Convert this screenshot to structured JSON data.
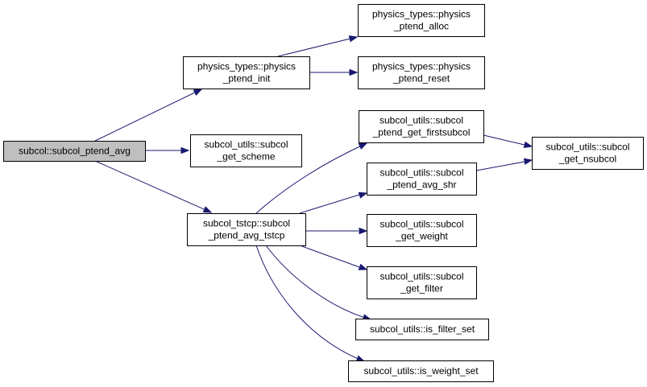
{
  "graph": {
    "edge_color": "#191970",
    "root_fill": "#bfbfbf",
    "node_fill": "#ffffff",
    "nodes": [
      {
        "id": "root",
        "lines": [
          "subcol::subcol_ptend_avg"
        ]
      },
      {
        "id": "pt_init",
        "lines": [
          "physics_types::physics",
          "_ptend_init"
        ]
      },
      {
        "id": "pt_alloc",
        "lines": [
          "physics_types::physics",
          "_ptend_alloc"
        ]
      },
      {
        "id": "pt_reset",
        "lines": [
          "physics_types::physics",
          "_ptend_reset"
        ]
      },
      {
        "id": "get_scheme",
        "lines": [
          "subcol_utils::subcol",
          "_get_scheme"
        ]
      },
      {
        "id": "tstcp",
        "lines": [
          "subcol_tstcp::subcol",
          "_ptend_avg_tstcp"
        ]
      },
      {
        "id": "firstsubcol",
        "lines": [
          "subcol_utils::subcol",
          "_ptend_get_firstsubcol"
        ]
      },
      {
        "id": "avg_shr",
        "lines": [
          "subcol_utils::subcol",
          "_ptend_avg_shr"
        ]
      },
      {
        "id": "nsubcol",
        "lines": [
          "subcol_utils::subcol",
          "_get_nsubcol"
        ]
      },
      {
        "id": "get_weight",
        "lines": [
          "subcol_utils::subcol",
          "_get_weight"
        ]
      },
      {
        "id": "get_filter",
        "lines": [
          "subcol_utils::subcol",
          "_get_filter"
        ]
      },
      {
        "id": "is_filter_set",
        "lines": [
          "subcol_utils::is_filter_set"
        ]
      },
      {
        "id": "is_weight_set",
        "lines": [
          "subcol_utils::is_weight_set"
        ]
      }
    ],
    "edges": [
      {
        "from": "root",
        "to": "pt_init"
      },
      {
        "from": "root",
        "to": "get_scheme"
      },
      {
        "from": "root",
        "to": "tstcp"
      },
      {
        "from": "pt_init",
        "to": "pt_alloc"
      },
      {
        "from": "pt_init",
        "to": "pt_reset"
      },
      {
        "from": "tstcp",
        "to": "firstsubcol"
      },
      {
        "from": "tstcp",
        "to": "avg_shr"
      },
      {
        "from": "tstcp",
        "to": "get_weight"
      },
      {
        "from": "tstcp",
        "to": "get_filter"
      },
      {
        "from": "tstcp",
        "to": "is_filter_set"
      },
      {
        "from": "tstcp",
        "to": "is_weight_set"
      },
      {
        "from": "firstsubcol",
        "to": "nsubcol"
      },
      {
        "from": "avg_shr",
        "to": "nsubcol"
      }
    ]
  }
}
